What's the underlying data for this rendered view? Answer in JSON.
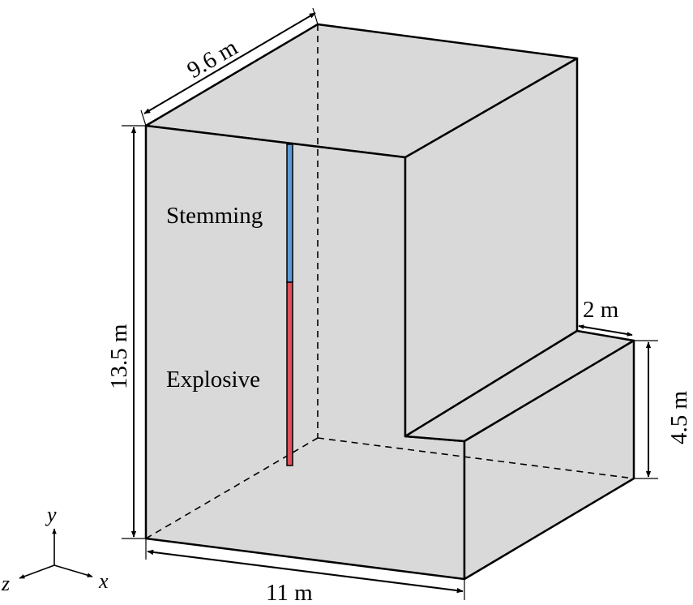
{
  "diagram": {
    "labels": {
      "stemming": "Stemming",
      "explosive": "Explosive"
    },
    "dimensions": {
      "width": "11 m",
      "depth": "9.6 m",
      "height": "13.5 m",
      "bench_width": "2 m",
      "bench_height": "4.5 m"
    },
    "axes": {
      "x": "x",
      "y": "y",
      "z": "z"
    },
    "colors": {
      "block_fill": "#d9d9d9",
      "stemming": "#5b9bd5",
      "explosive": "#e0505a"
    }
  }
}
